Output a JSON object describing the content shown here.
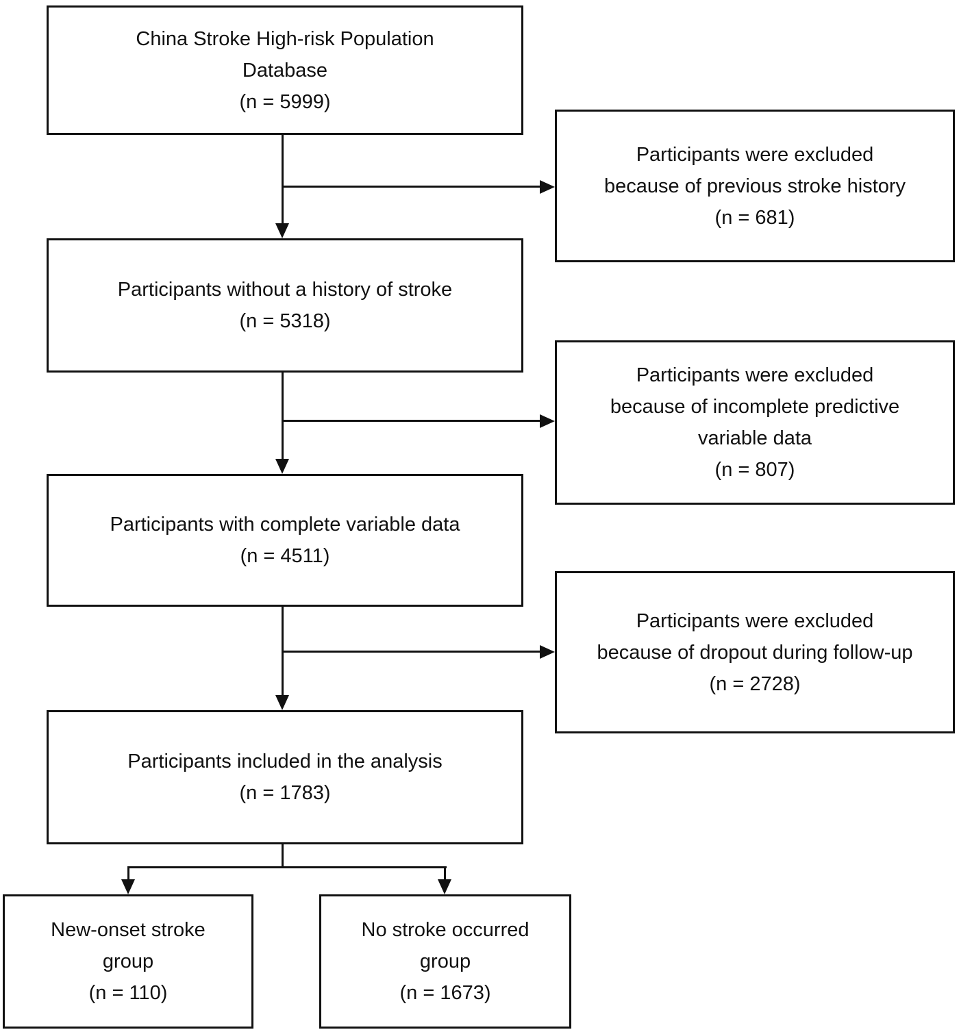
{
  "flowchart": {
    "colors": {
      "line": "#111111",
      "background": "#ffffff",
      "text": "#111111"
    },
    "nodes": {
      "database": {
        "lines": [
          "China Stroke High-risk Population",
          "Database",
          "(n = 5999)"
        ]
      },
      "excluded_history": {
        "lines": [
          "Participants were excluded",
          "because of previous stroke history",
          "(n = 681)"
        ]
      },
      "no_history": {
        "lines": [
          "Participants without a history of stroke",
          "(n = 5318)"
        ]
      },
      "excluded_incomplete": {
        "lines": [
          "Participants were excluded",
          "because of incomplete predictive",
          "variable data",
          "(n = 807)"
        ]
      },
      "complete": {
        "lines": [
          "Participants with complete variable data",
          "(n = 4511)"
        ]
      },
      "excluded_dropout": {
        "lines": [
          "Participants were excluded",
          "because of dropout during follow-up",
          "(n = 2728)"
        ]
      },
      "included": {
        "lines": [
          "Participants included in the analysis",
          "(n = 1783)"
        ]
      },
      "new_onset": {
        "lines": [
          "New-onset stroke",
          "group",
          "(n = 110)"
        ]
      },
      "no_stroke": {
        "lines": [
          "No stroke occurred",
          "group",
          "(n = 1673)"
        ]
      }
    }
  }
}
